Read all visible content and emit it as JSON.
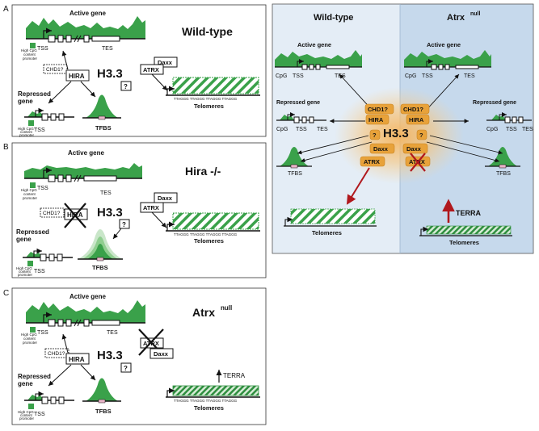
{
  "panel_labels": [
    "A",
    "B",
    "C"
  ],
  "panel_a": {
    "active_gene": "Active gene",
    "genotype": "Wild-type",
    "high_cpg_1": "High CpG",
    "high_cpg_2": "content",
    "high_cpg_3": "promoter",
    "tss": "TSS",
    "tes": "TES",
    "chd1": "CHD1?",
    "hira": "HIRA",
    "h33": "H3.3",
    "atrx": "ATRX",
    "daxx": "Daxx",
    "q": "?",
    "repressed_1": "Repressed",
    "repressed_2": "gene",
    "tss2": "TSS",
    "tfbs": "TFBS",
    "repeat": "TTAGGG  TTAGGG  TTAGGG  TTAGGG",
    "telomeres": "Telomeres"
  },
  "panel_b": {
    "active_gene": "Active gene",
    "genotype": "Hira -/-",
    "high_cpg_1": "High CpG",
    "high_cpg_2": "content",
    "high_cpg_3": "promoter",
    "tss": "TSS",
    "tes": "TES",
    "chd1": "CHD1?",
    "hira": "HIRA",
    "h33": "H3.3",
    "atrx": "ATRX",
    "daxx": "Daxx",
    "q": "?",
    "repressed_1": "Repressed",
    "repressed_2": "gene",
    "tss2": "TSS",
    "tfbs": "TFBS",
    "repeat": "TTAGGG  TTAGGG  TTAGGG  TTAGGG",
    "telomeres": "Telomeres"
  },
  "panel_c": {
    "active_gene": "Active gene",
    "genotype": "Atrx",
    "genotype_sup": "null",
    "high_cpg_1": "High CpG",
    "high_cpg_2": "content",
    "high_cpg_3": "promoter",
    "tss": "TSS",
    "tes": "TES",
    "chd1": "CHD1?",
    "hira": "HIRA",
    "h33": "H3.3",
    "atrx": "ATRX",
    "daxx": "Daxx",
    "q": "?",
    "terra": "TERRA",
    "repressed_1": "Repressed",
    "repressed_2": "gene",
    "tss2": "TSS",
    "tfbs": "TFBS",
    "repeat": "TTAGGG  TTAGGG  TTAGGG  TTAGGG",
    "telomeres": "Telomeres"
  },
  "right_panel": {
    "wt_title": "Wild-type",
    "null_title": "Atrx",
    "null_sup": "null",
    "active_gene_l": "Active gene",
    "active_gene_r": "Active gene",
    "cpg": "CpG",
    "tss": "TSS",
    "tes": "TES",
    "repressed_gene_l": "Repressed gene",
    "repressed_gene_r": "Repressed gene",
    "tfbs": "TFBS",
    "chd1": "CHD1?",
    "hira": "HIRA",
    "h33": "H3.3",
    "q": "?",
    "daxx": "Daxx",
    "atrx": "ATRX",
    "terra": "TERRA",
    "telomeres": "Telomeres"
  },
  "colors": {
    "green": "#3aa14a",
    "orange": "#e8a23a",
    "red": "#b0181d",
    "panel_left_bg": "#e4edf6",
    "panel_right_bg": "#c6d9ec"
  }
}
